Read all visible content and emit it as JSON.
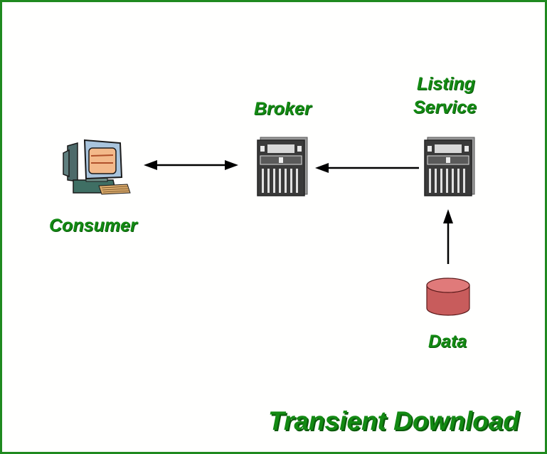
{
  "diagram": {
    "title": "Transient Download",
    "nodes": [
      {
        "id": "consumer",
        "label": "Consumer",
        "icon": "computer-icon"
      },
      {
        "id": "broker",
        "label": "Broker",
        "icon": "server-icon"
      },
      {
        "id": "listing_service",
        "label_line1": "Listing",
        "label_line2": "Service",
        "icon": "server-icon"
      },
      {
        "id": "data",
        "label": "Data",
        "icon": "database-icon"
      }
    ],
    "edges": [
      {
        "from": "consumer",
        "to": "broker",
        "direction": "bidirectional"
      },
      {
        "from": "listing_service",
        "to": "broker",
        "direction": "one-way"
      },
      {
        "from": "data",
        "to": "listing_service",
        "direction": "one-way"
      }
    ]
  },
  "colors": {
    "border": "#1f8a1f",
    "label_text": "#138a13",
    "database_fill": "#c85c5c",
    "monitor_fill": "#a9c4dc",
    "screen_fill": "#f3b98a"
  }
}
